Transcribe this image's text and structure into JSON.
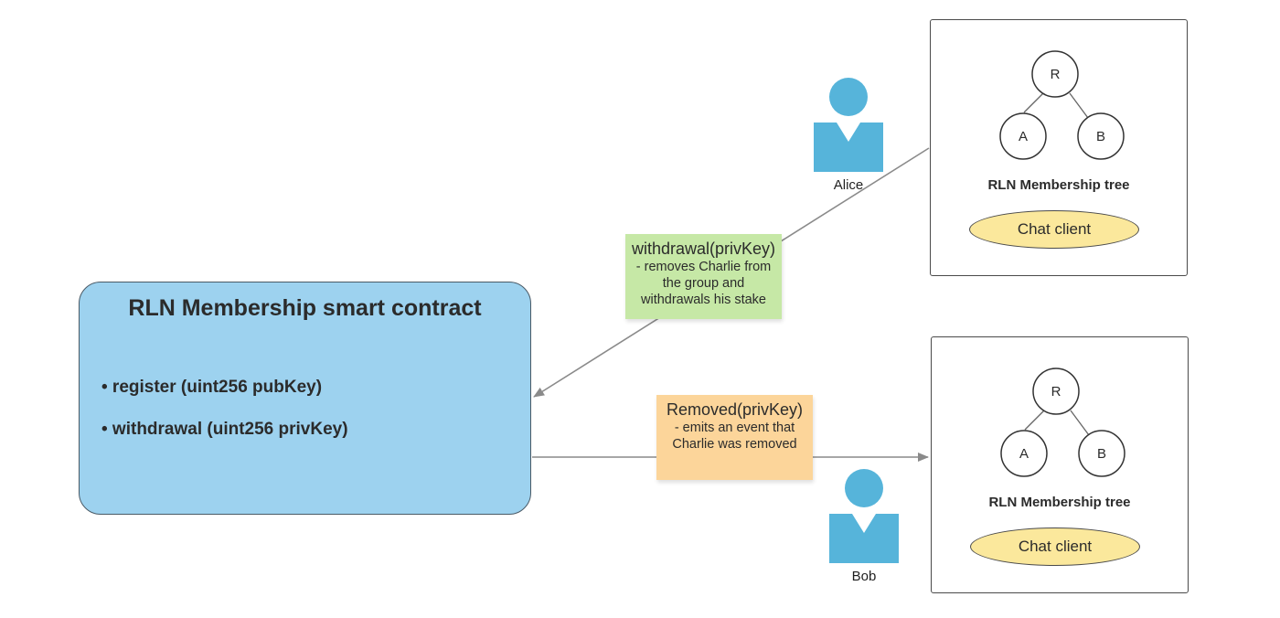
{
  "contract": {
    "title": "RLN Membership smart contract",
    "methods": [
      "• register (uint256 pubKey)",
      "• withdrawal (uint256 privKey)"
    ]
  },
  "clients": [
    {
      "person": "Alice",
      "tree_label": "RLN Membership tree",
      "chat_label": "Chat client",
      "nodes": {
        "root": "R",
        "left": "A",
        "right": "B"
      }
    },
    {
      "person": "Bob",
      "tree_label": "RLN Membership tree",
      "chat_label": "Chat client",
      "nodes": {
        "root": "R",
        "left": "A",
        "right": "B"
      }
    }
  ],
  "notes": {
    "withdrawal": {
      "title": "withdrawal(privKey)",
      "body": "- removes Charlie from\nthe group and\nwithdrawals his stake"
    },
    "removed": {
      "title": "Removed(privKey)",
      "body": "- emits an event that\nCharlie was removed"
    }
  },
  "colors": {
    "contract_fill": "#9dd2ef",
    "person_fill": "#56b4da",
    "chat_pill_fill": "#fbe89c",
    "note_green": "#c6e8a6",
    "note_orange": "#fcd59a",
    "connector": "#8a8a8a"
  }
}
